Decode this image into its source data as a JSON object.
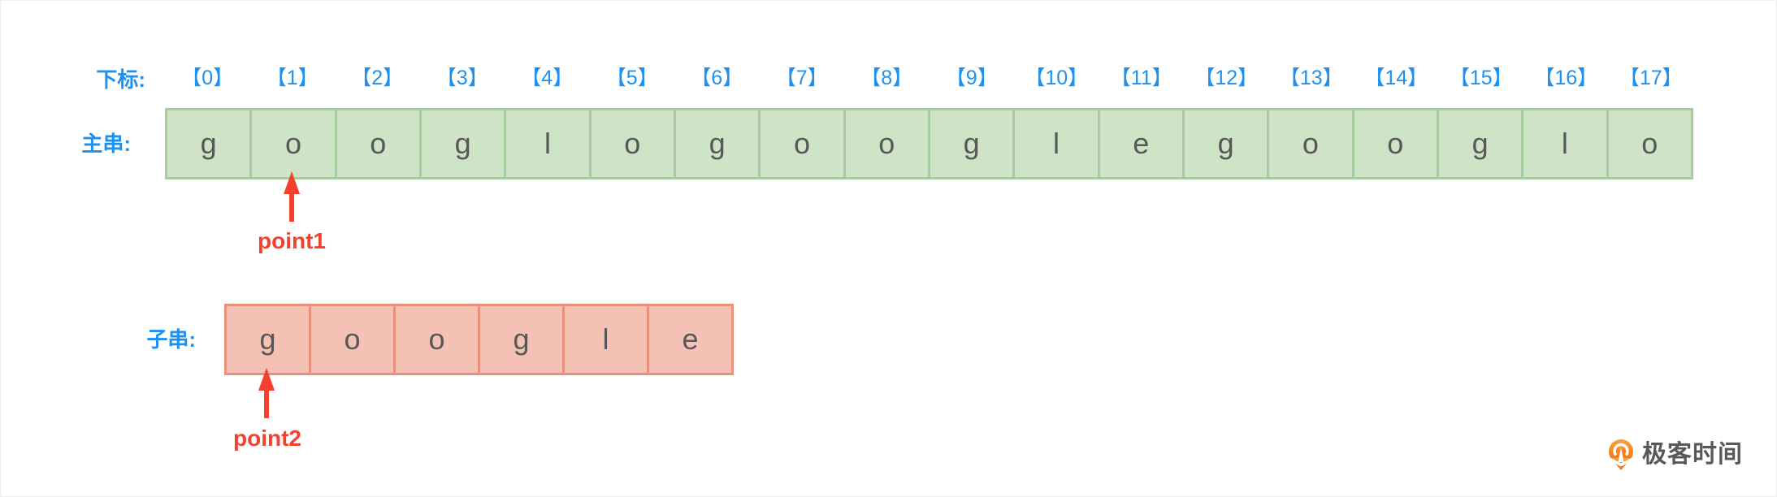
{
  "labels": {
    "index_label": "下标:",
    "main_label": "主串:",
    "sub_label": "子串:"
  },
  "indices": [
    "【0】",
    "【1】",
    "【2】",
    "【3】",
    "【4】",
    "【5】",
    "【6】",
    "【7】",
    "【8】",
    "【9】",
    "【10】",
    "【11】",
    "【12】",
    "【13】",
    "【14】",
    "【15】",
    "【16】",
    "【17】"
  ],
  "main_string": {
    "text": "googlogooglegooglo",
    "chars": [
      "g",
      "o",
      "o",
      "g",
      "l",
      "o",
      "g",
      "o",
      "o",
      "g",
      "l",
      "e",
      "g",
      "o",
      "o",
      "g",
      "l",
      "o"
    ]
  },
  "sub_string": {
    "text": "google",
    "chars": [
      "g",
      "o",
      "o",
      "g",
      "l",
      "e"
    ]
  },
  "pointers": {
    "point1": {
      "label": "point1",
      "points_to": "main string index 1"
    },
    "point2": {
      "label": "point2",
      "points_to": "sub string index 0"
    }
  },
  "logo": {
    "text": "极客时间"
  },
  "colors": {
    "blue": "#1e90f0",
    "green-fill": "#cfe4c7",
    "green-border": "#a6cb9e",
    "red-fill": "#f4c1b4",
    "red-border": "#e8917d",
    "char": "#58585a",
    "arrow-red": "#f4402f",
    "logo-orange": "#f8822b"
  }
}
